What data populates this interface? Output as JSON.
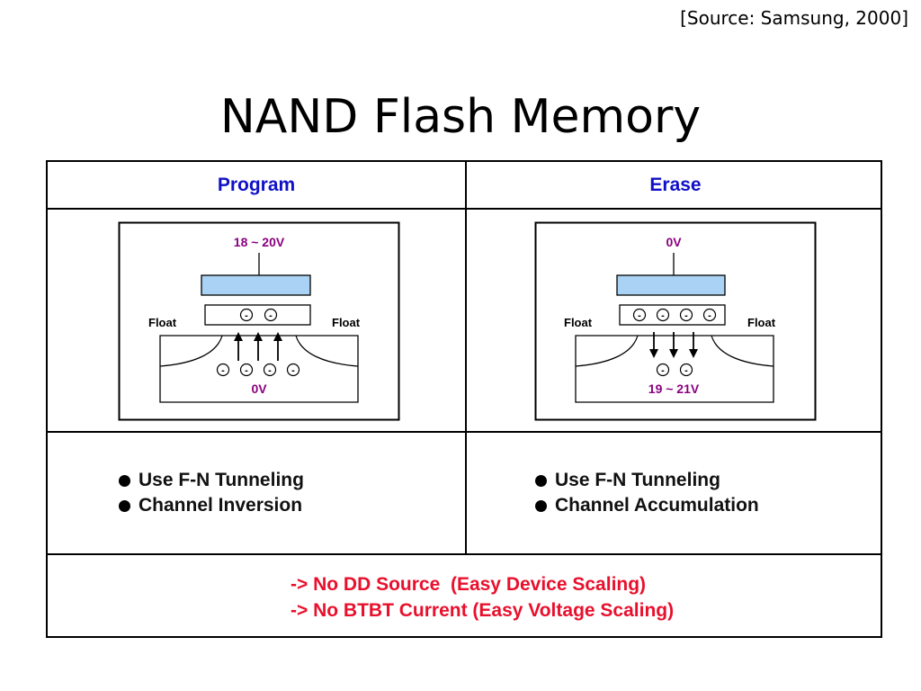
{
  "source": "[Source: Samsung, 2000]",
  "title": "NAND Flash Memory",
  "colors": {
    "header": "#1010c8",
    "voltage": "#8b0080",
    "note": "#e8102c",
    "gate": "#a9d2f5"
  },
  "program": {
    "header": "Program",
    "gate_voltage": "18 ~ 20V",
    "left_label": "Float",
    "right_label": "Float",
    "substrate_voltage": "0V",
    "floating_gate_electrons": [
      "-",
      "-"
    ],
    "channel_electrons": [
      "-",
      "-",
      "-",
      "-"
    ],
    "electron_flow": "up",
    "bullets": [
      "Use F-N Tunneling",
      "Channel Inversion"
    ]
  },
  "erase": {
    "header": "Erase",
    "gate_voltage": "0V",
    "left_label": "Float",
    "right_label": "Float",
    "substrate_voltage": "19 ~ 21V",
    "floating_gate_electrons": [
      "-",
      "-",
      "-",
      "-"
    ],
    "channel_electrons": [
      "-",
      "-"
    ],
    "electron_flow": "down",
    "bullets": [
      "Use F-N Tunneling",
      "Channel Accumulation"
    ]
  },
  "notes": [
    "-> No DD Source  (Easy Device Scaling)",
    "-> No BTBT Current (Easy Voltage Scaling)"
  ]
}
